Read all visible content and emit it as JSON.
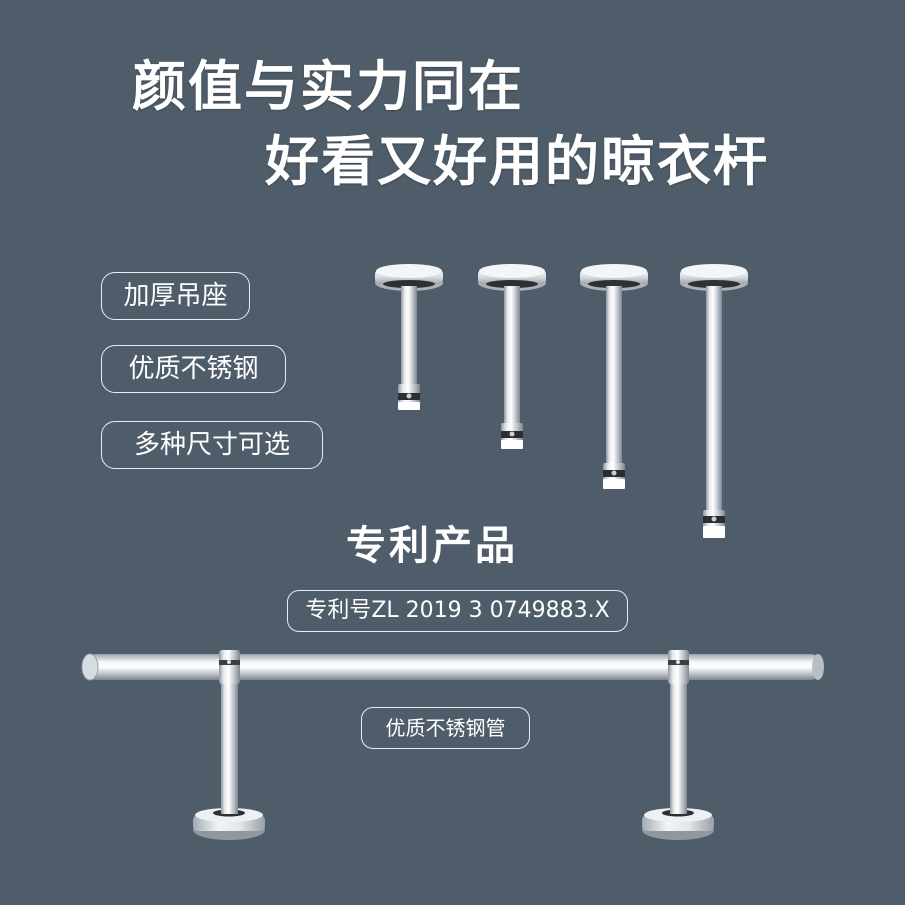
{
  "headline": {
    "line1": "颜值与实力同在",
    "line2": "好看又好用的晾衣杆"
  },
  "features": [
    {
      "label": "加厚吊座"
    },
    {
      "label": "优质不锈钢"
    },
    {
      "label": "多种尺寸可选"
    }
  ],
  "patent": {
    "heading": "专利产品",
    "number": "专利号ZL 2019 3 0749883.X"
  },
  "tube_label": "优质不锈钢管",
  "colors": {
    "background": "#4f5d6a",
    "text": "#ffffff",
    "chrome_light": "#f4f6f8",
    "chrome_dark": "#8e969e"
  }
}
